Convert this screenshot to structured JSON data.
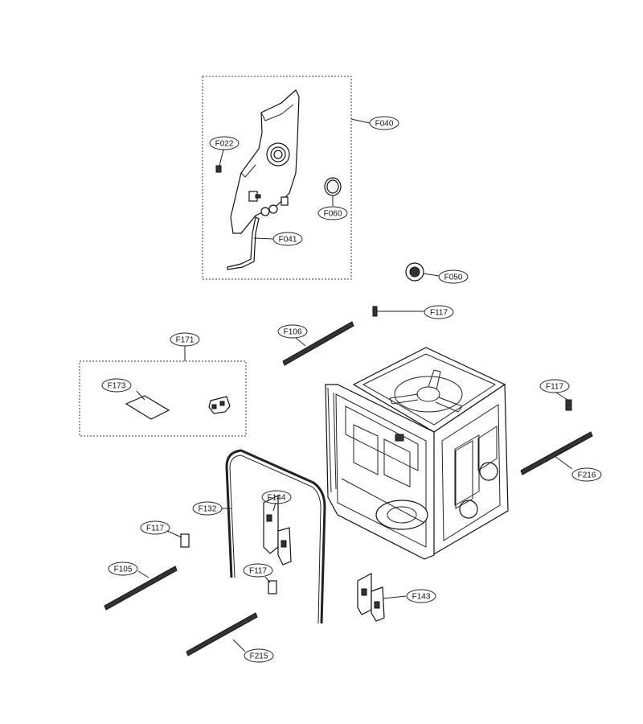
{
  "callouts": {
    "f040": "F040",
    "f022": "F022",
    "f060": "F060",
    "f041": "F041",
    "f050": "F050",
    "f117_top": "F117",
    "f106": "F106",
    "f171": "F171",
    "f173": "F173",
    "f117_right": "F117",
    "f216": "F216",
    "f132": "F132",
    "f144": "F144",
    "f117_left": "F117",
    "f105": "F105",
    "f117_mid": "F117",
    "f143": "F143",
    "f215": "F215"
  }
}
